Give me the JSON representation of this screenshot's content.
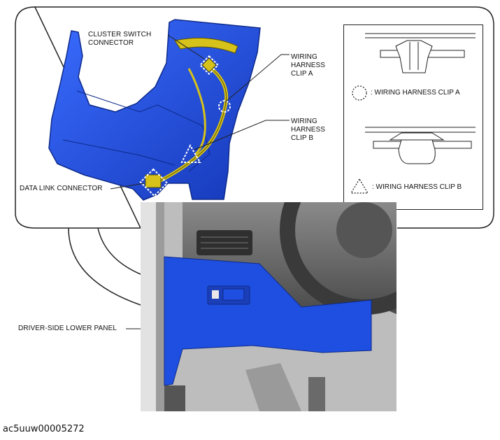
{
  "labels": {
    "cluster_switch_connector": "CLUSTER SWITCH\nCONNECTOR",
    "wiring_harness_clip_a": "WIRING\nHARNESS\nCLIP A",
    "wiring_harness_clip_b": "WIRING\nHARNESS\nCLIP B",
    "data_link_connector": "DATA LINK CONNECTOR",
    "driver_side_lower_panel": "DRIVER-SIDE LOWER PANEL"
  },
  "legend": {
    "clip_a_text": ": WIRING HARNESS CLIP A",
    "clip_b_text": ": WIRING HARNESS CLIP B",
    "clip_a_symbol": "dotted-circle-icon",
    "clip_b_symbol": "dotted-triangle-icon"
  },
  "caption": "ac5uuw00005272",
  "colors": {
    "panel_blue": "#1f4fe0",
    "harness_yellow": "#d6c21a",
    "outline": "#222222"
  }
}
